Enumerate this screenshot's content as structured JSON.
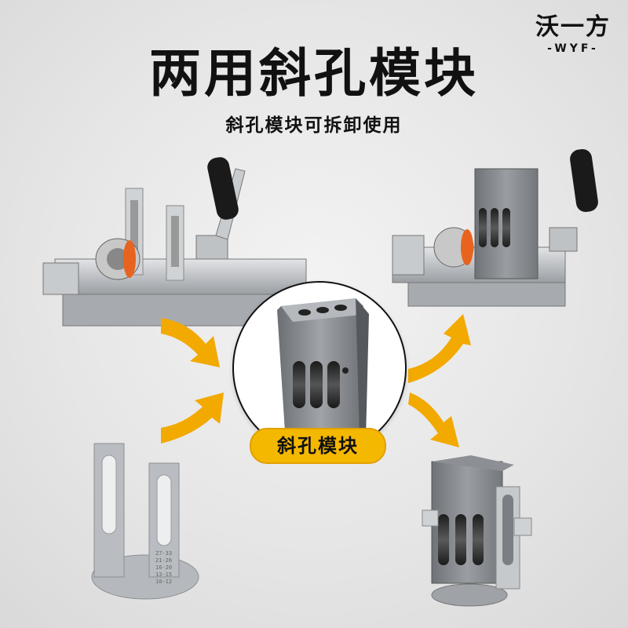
{
  "brand": {
    "name": "沃一方",
    "sub": "-WYF-"
  },
  "title": "两用斜孔模块",
  "subtitle": "斜孔模块可拆卸使用",
  "center_label": "斜孔模块",
  "scale_labels": [
    "27-33",
    "21-26",
    "16-20",
    "13-15",
    "10-12"
  ],
  "colors": {
    "accent": "#f5b800",
    "arrow": "#f2a900",
    "steel": "#b8bcc0",
    "dark": "#1a1a1a",
    "orange": "#e8641e"
  }
}
